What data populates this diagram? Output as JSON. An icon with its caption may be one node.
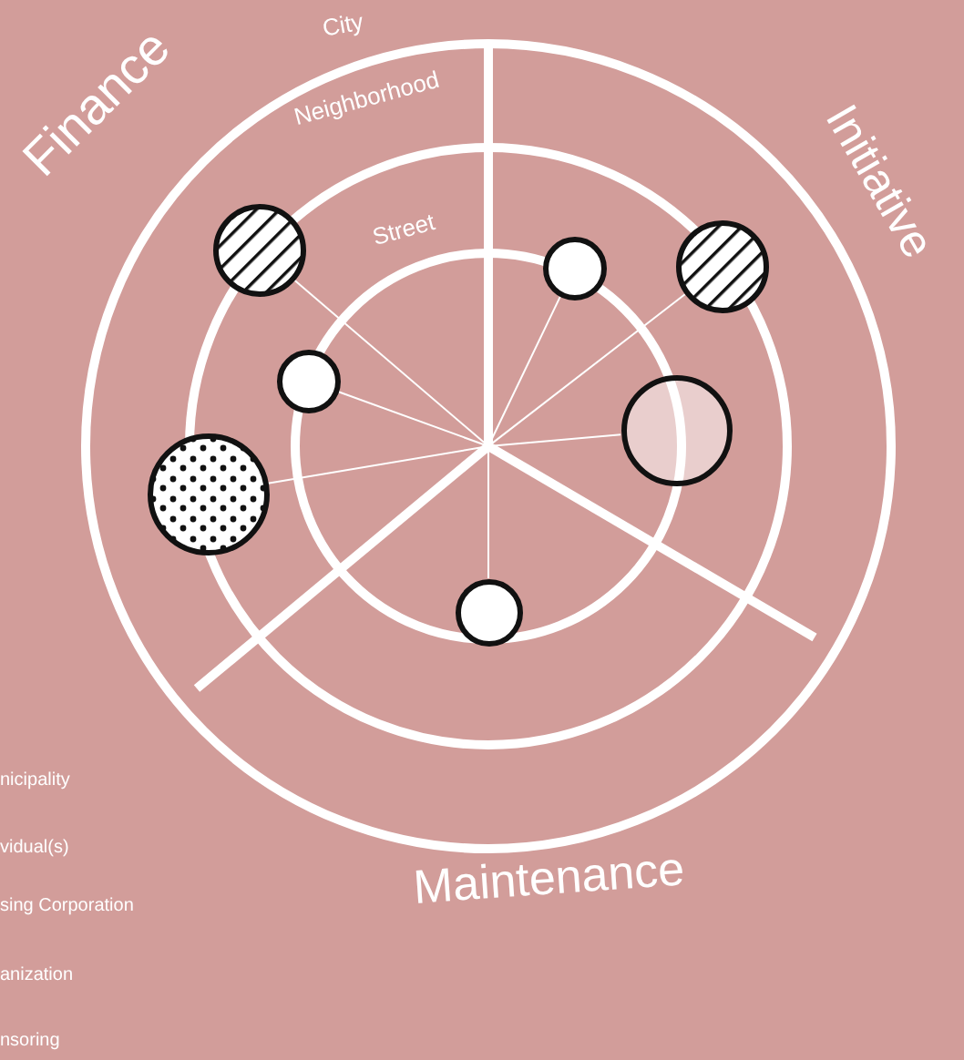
{
  "diagram": {
    "nodes": [
      {
        "text": [],
        "shape": "circle"
      },
      {
        "text": [],
        "shape": "circle"
      },
      {
        "text": [],
        "shape": "circle"
      },
      {
        "text": [],
        "shape": "circle"
      },
      {
        "text": [],
        "shape": "circle"
      },
      {
        "text": [],
        "shape": "circle"
      },
      {
        "text": [],
        "shape": "circle"
      }
    ],
    "edges": [
      {
        "from": null,
        "to": 0,
        "arrow": "none"
      },
      {
        "from": null,
        "to": 1,
        "arrow": "none"
      },
      {
        "from": null,
        "to": 2,
        "arrow": "none"
      },
      {
        "from": null,
        "to": 3,
        "arrow": "none"
      },
      {
        "from": null,
        "to": 4,
        "arrow": "none"
      },
      {
        "from": null,
        "to": 5,
        "arrow": "none"
      },
      {
        "from": null,
        "to": 6,
        "arrow": "none"
      }
    ],
    "labels": [
      "City",
      "Finance",
      "Neighborhood",
      "Initiative",
      "Street",
      "Maintenance",
      "nicipality",
      "vidual(s)",
      "sing Corporation",
      "anization",
      "nsoring"
    ]
  }
}
